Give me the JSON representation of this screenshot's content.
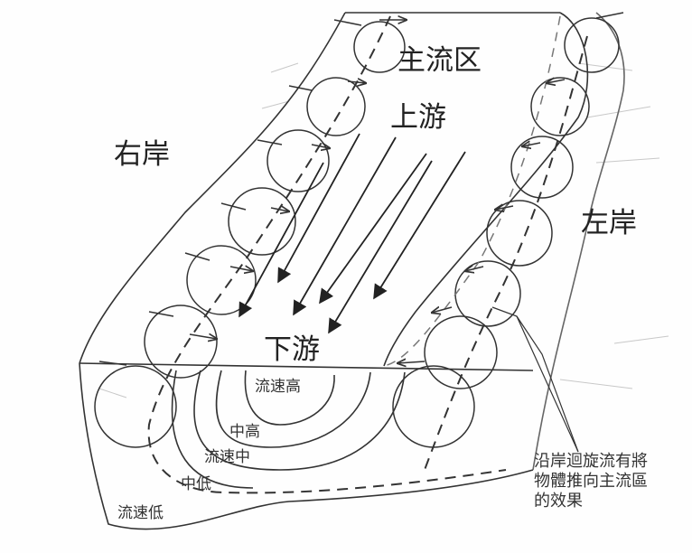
{
  "labels": {
    "main_flow": "主流区",
    "upstream": "上游",
    "downstream": "下游",
    "right_bank": "右岸",
    "left_bank": "左岸",
    "speed_high": "流速高",
    "mid_high": "中高",
    "speed_mid": "流速中",
    "mid_low": "中低",
    "speed_low": "流速低",
    "note": "沿岸迴旋流有將物體推向主流區的效果"
  },
  "colors": {
    "ink": "#222222",
    "faint": "#8a8a8a",
    "background": "#fefefe"
  }
}
